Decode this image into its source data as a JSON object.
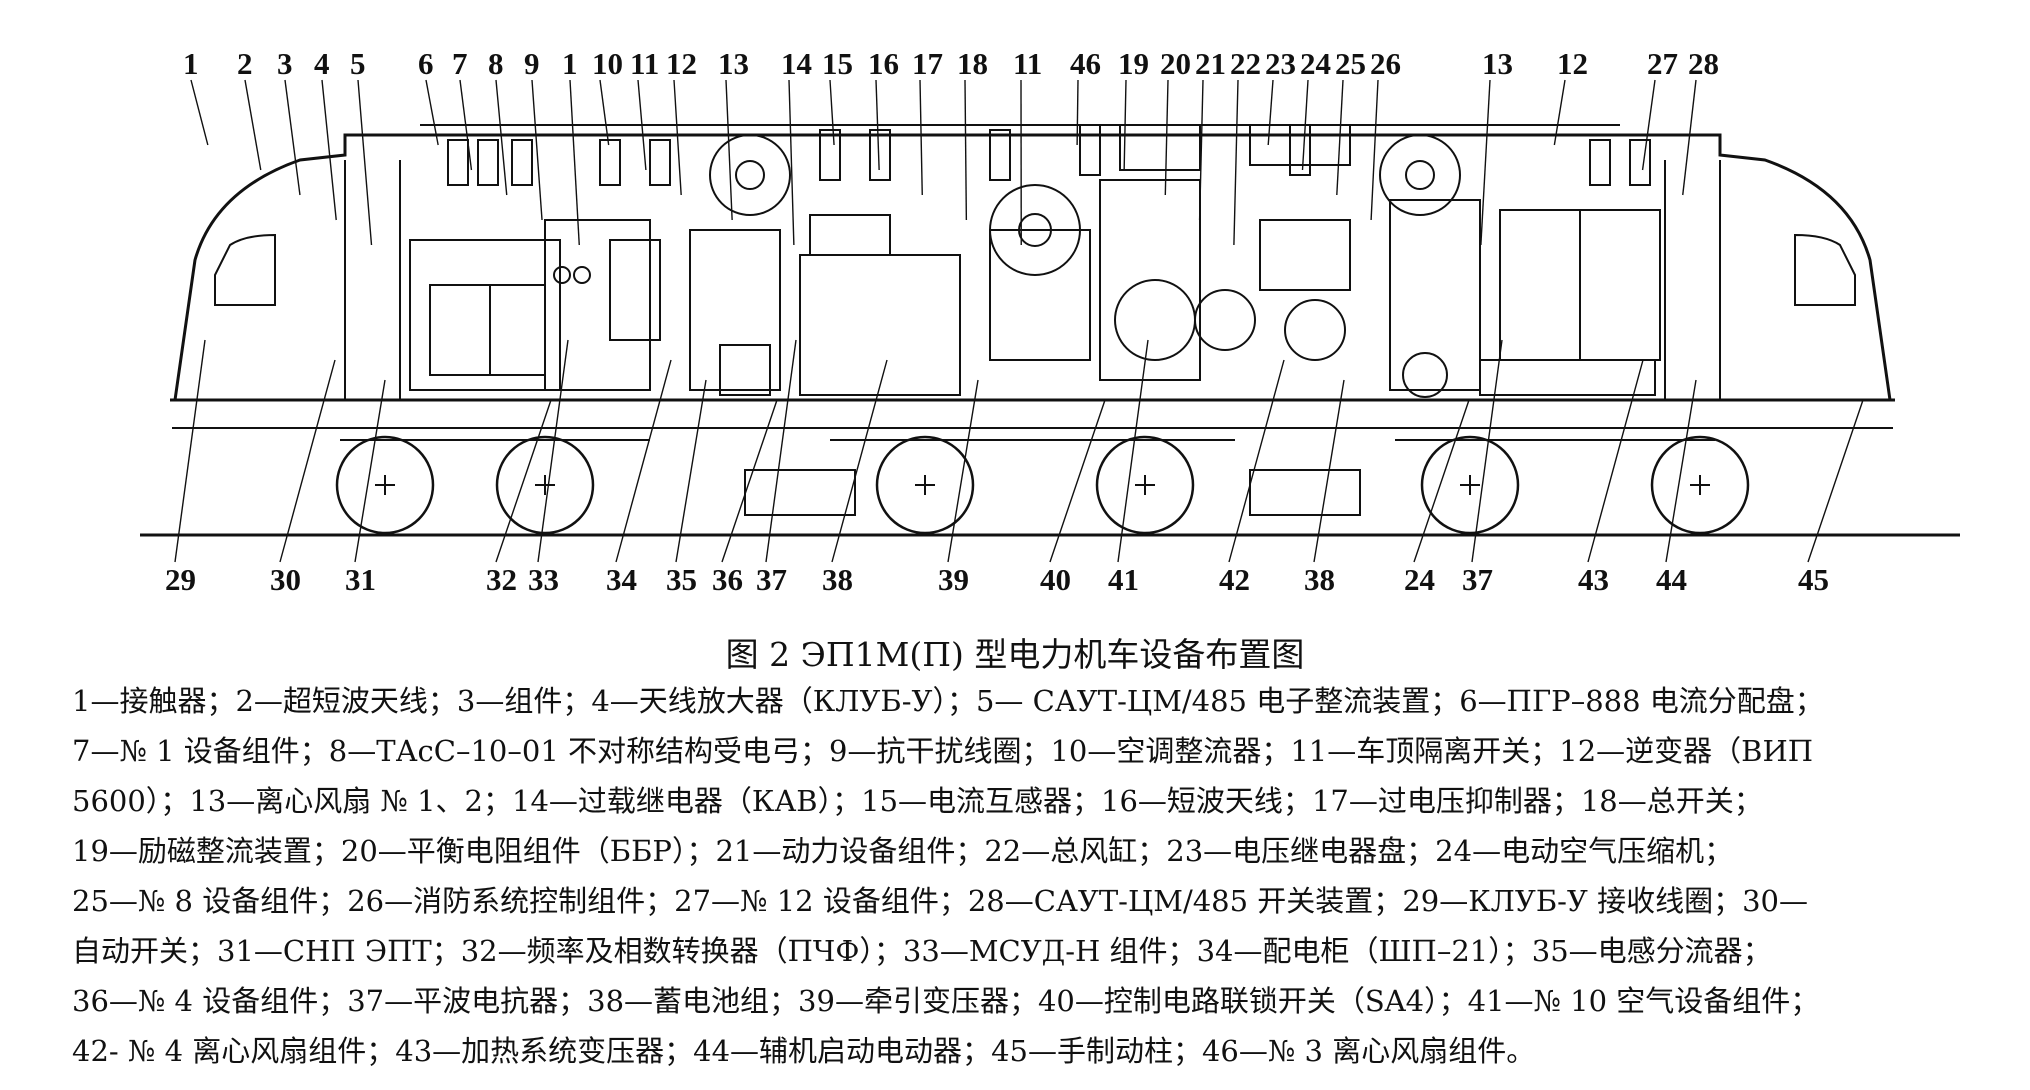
{
  "labels_top": [
    "1",
    "2",
    "3",
    "4",
    "5",
    "6",
    "7",
    "8",
    "9",
    "1",
    "10",
    "11",
    "12",
    "13",
    "14",
    "15",
    "16",
    "17",
    "18",
    "11",
    "46",
    "19",
    "20",
    "21",
    "22",
    "23",
    "24",
    "25",
    "26",
    "13",
    "12",
    "27",
    "28"
  ],
  "labels_bottom": [
    "29",
    "30",
    "31",
    "32",
    "33",
    "34",
    "35",
    "36",
    "37",
    "38",
    "39",
    "40",
    "41",
    "42",
    "38",
    "24",
    "37",
    "43",
    "44",
    "45"
  ],
  "caption": "图 2  ЭП1М(П) 型电力机车设备布置图",
  "legend": [
    "1—接触器；",
    "2—超短波天线；",
    "3—组件；",
    "4—天线放大器（КЛУБ-У）；",
    "5— САУТ-ЦМ/485 电子整流装置；",
    "6—ПГР–888 电流分配盘；",
    "7—№ 1 设备组件；",
    "8—ТАсС–10–01 不对称结构受电弓；",
    "9—抗干扰线圈；",
    "10—空调整流器；",
    "11—车顶隔离开关；",
    "12—逆变器（ВИП",
    "5600）；",
    "13—离心风扇 № 1、2；",
    "14—过载继电器（КАВ）；",
    "15—电流互感器；",
    "16—短波天线；",
    "17—过电压抑制器；",
    "18—总开关；",
    "19—励磁整流装置；",
    "20—平衡电阻组件（ББР）；",
    "21—动力设备组件；",
    "22—总风缸；",
    "23—电压继电器盘；",
    "24—电动空气压缩机；",
    "25—№ 8 设备组件；",
    "26—消防系统控制组件；",
    "27—№ 12 设备组件；",
    "28—САУТ-ЦМ/485 开关装置；",
    "29—КЛУБ-У 接收线圈；",
    "30—",
    "自动开关；",
    "31—СНП ЭПТ；",
    "32—频率及相数转换器（ПЧФ）；",
    "33—МСУД-Н 组件；",
    "34—配电柜（ШП–21）；",
    "35—电感分流器；",
    "36—№ 4 设备组件；",
    "37—平波电抗器；",
    "38—蓄电池组；",
    "39—牵引变压器；",
    "40—控制电路联锁开关（SA4）；",
    "41—№ 10 空气设备组件；",
    "42- № 4 离心风扇组件；",
    "43—加热系统变压器；",
    "44—辅机启动电动器；",
    "45—手制动柱；",
    "46—№ 3 离心风扇组件。"
  ]
}
